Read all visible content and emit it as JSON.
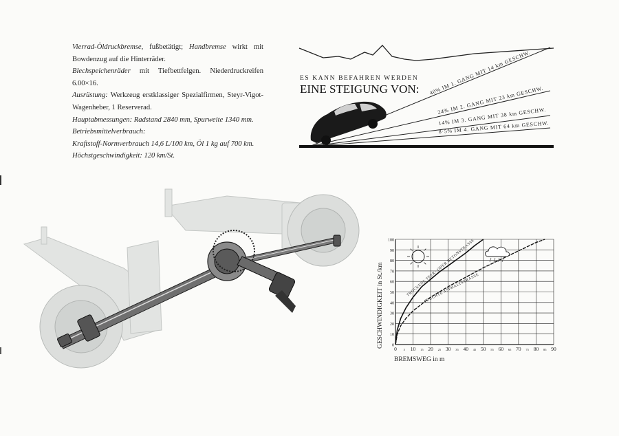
{
  "specs": {
    "l1_label": "Vierrad-Öldruckbremse,",
    "l1_mid": " fußbetätigt; ",
    "l1_label2": "Handbremse",
    "l1_rest": " wirkt mit Bowdenzug auf die Hinterräder.",
    "l2_label": "Blechspeichenräder",
    "l2_rest": " mit Tiefbettfelgen. Niederdruckreifen 6.00×16.",
    "l3_label": "Ausrüstung:",
    "l3_rest": " Werkzeug erstklassiger Spezialfirmen, Steyr-Vigot-Wagenheber, 1 Reserverad.",
    "l4": "Hauptabmessungen: Radstand 2840 mm, Spurweite 1340 mm.",
    "l5": "Betriebsmittelverbrauch:",
    "l6": "Kraftstoff-Normverbrauch 14,6 L/100 km, Öl 1 kg auf 700 km.",
    "l7": "Höchstgeschwindigkeit: 120 km/St."
  },
  "gradient": {
    "header_small": "ES KANN BEFAHREN WERDEN",
    "header_big": "EINE STEIGUNG VON:",
    "lines": [
      "40% IM 1. GANG MIT 14 km GESCHW.",
      "24% IM 2. GANG MIT 23 km GESCHW.",
      "14% IM 3. GANG MIT 38 km GESCHW.",
      "8·5% IM 4. GANG MIT 64 km GESCHW."
    ]
  },
  "chart_data": {
    "type": "line",
    "xlabel": "BREMSWEG in m",
    "ylabel": "GESCHWINDIGKEIT in St./km",
    "x_ticks": [
      0,
      5,
      10,
      15,
      20,
      25,
      30,
      35,
      40,
      45,
      50,
      55,
      60,
      65,
      70,
      75,
      80,
      85,
      90
    ],
    "y_ticks": [
      0,
      10,
      20,
      30,
      40,
      50,
      60,
      70,
      80,
      90,
      100
    ],
    "xlim": [
      0,
      90
    ],
    "ylim": [
      0,
      100
    ],
    "grid": true,
    "series": [
      {
        "name": "TROCKENE TEER- ODER BETONSTRASSE",
        "x": [
          0,
          1,
          3,
          6,
          10,
          15,
          20,
          25,
          30,
          35,
          40,
          45,
          50
        ],
        "y": [
          0,
          14,
          25,
          35,
          45,
          55,
          62,
          69,
          75,
          81,
          87,
          94,
          100
        ]
      },
      {
        "name": "FEUCHTE ASPHALTSTRASSE",
        "x": [
          0,
          1,
          3,
          6,
          10,
          20,
          30,
          40,
          50,
          60,
          70,
          80,
          85
        ],
        "y": [
          0,
          10,
          18,
          25,
          32,
          45,
          55,
          64,
          73,
          81,
          89,
          97,
          100
        ]
      }
    ]
  }
}
